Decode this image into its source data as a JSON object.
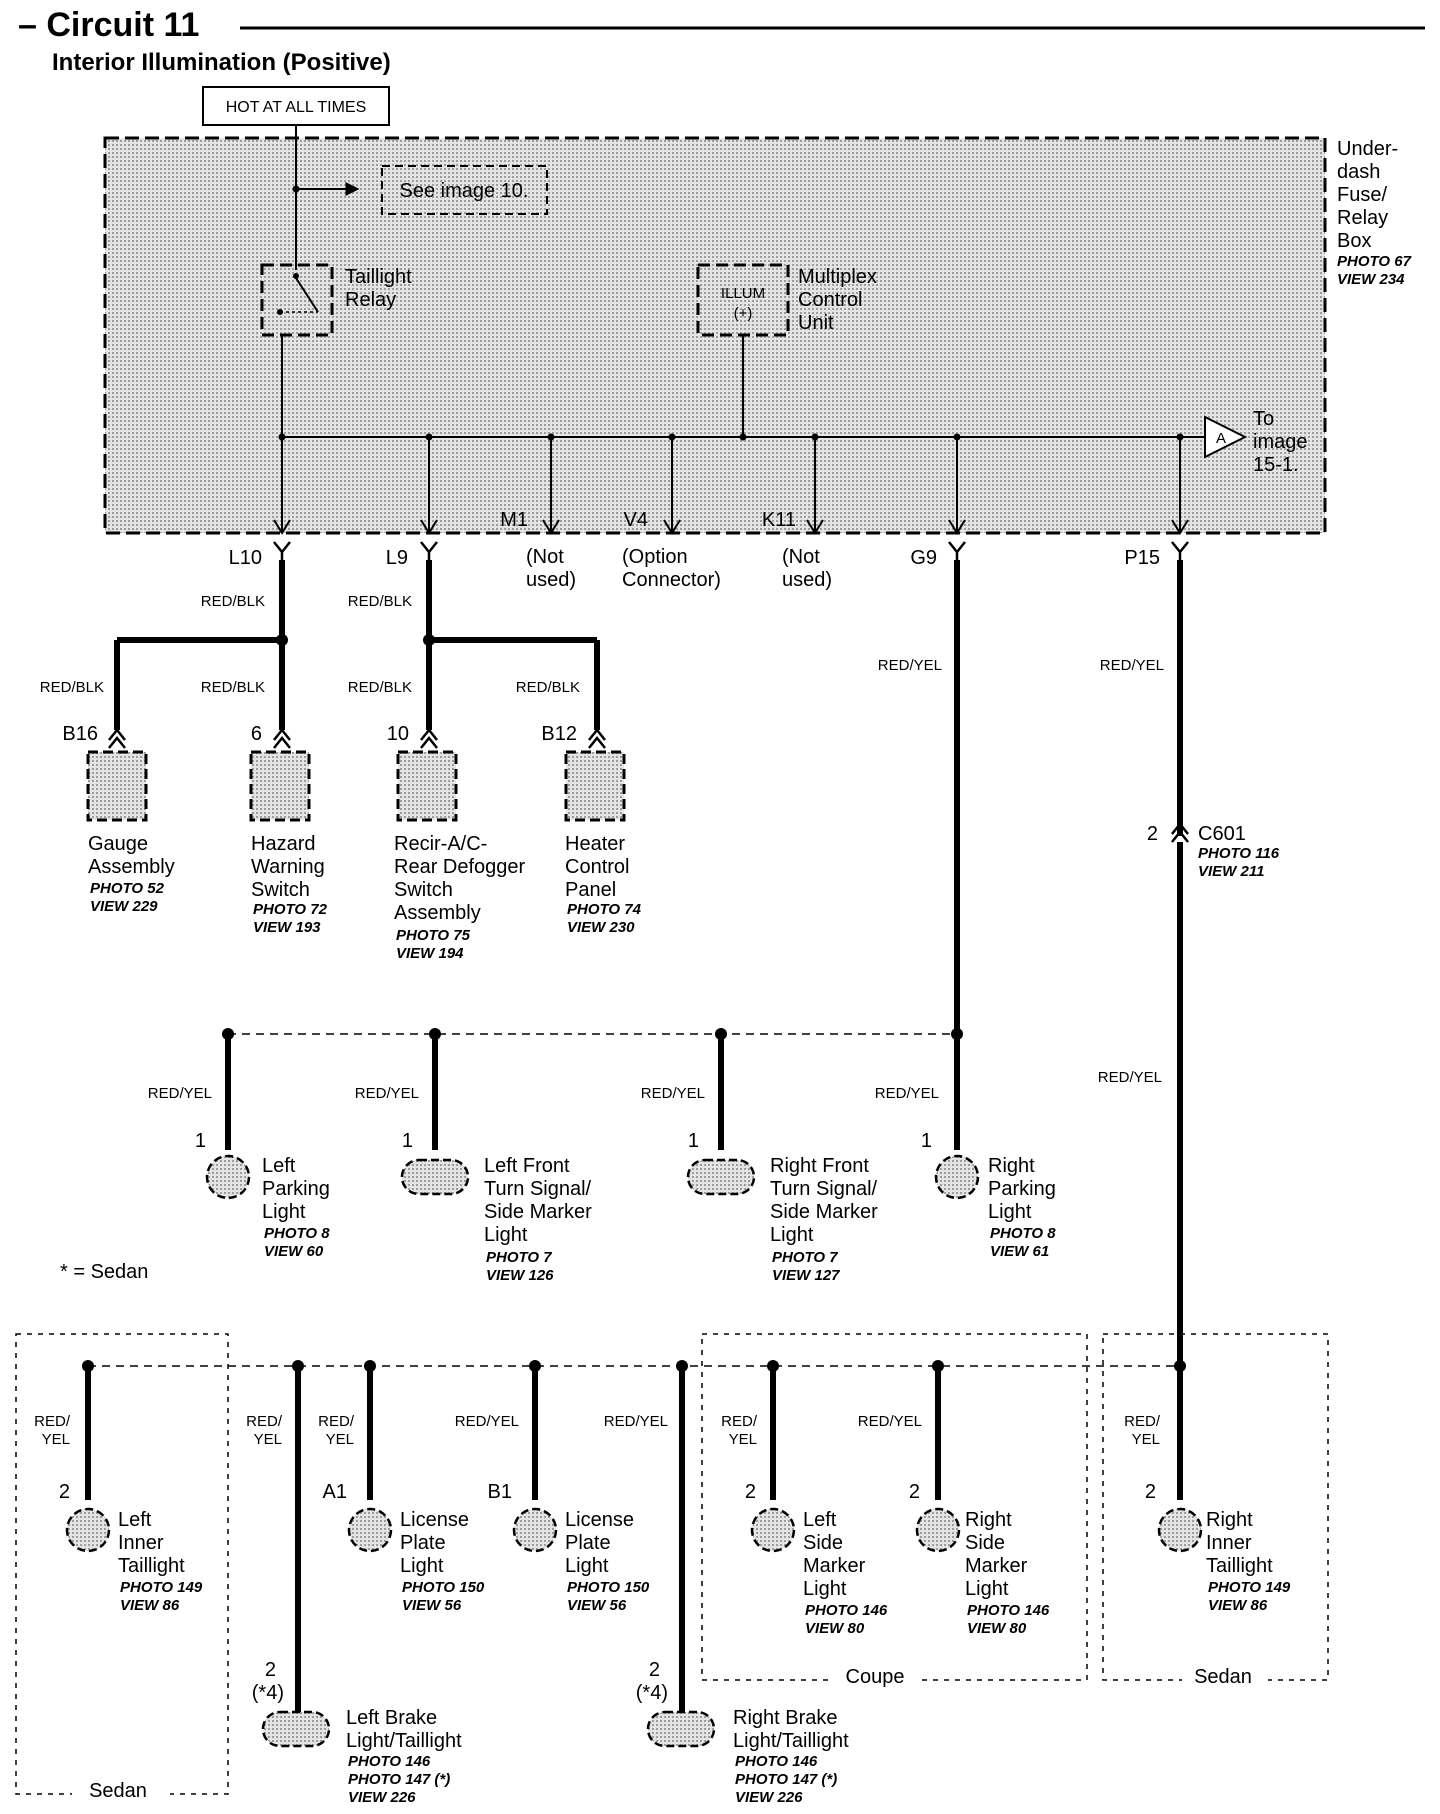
{
  "title": {
    "circuit": "– Circuit 11",
    "subtitle": "Interior Illumination (Positive)"
  },
  "hot_label": "HOT AT ALL TIMES",
  "fuse_box": {
    "label": [
      "Under-",
      "dash",
      "Fuse/",
      "Relay",
      "Box"
    ],
    "photo": "PHOTO 67",
    "view": "VIEW 234",
    "see_image": "See image 10.",
    "relay_label": [
      "Taillight",
      "Relay"
    ],
    "mcu_inner": [
      "ILLUM",
      "(+)"
    ],
    "mcu_label": [
      "Multiplex",
      "Control",
      "Unit"
    ],
    "connector_a": "A",
    "to_image": [
      "To",
      "image",
      "15-1."
    ]
  },
  "terminals": {
    "l10": "L10",
    "l9": "L9",
    "m1": "M1",
    "m1_note": [
      "(Not",
      "used)"
    ],
    "v4": "V4",
    "v4_note": [
      "(Option",
      "Connector)"
    ],
    "k11": "K11",
    "k11_note": [
      "(Not",
      "used)"
    ],
    "g9": "G9",
    "p15": "P15"
  },
  "wires": {
    "red_blk": "RED/BLK",
    "red_yel": "RED/YEL",
    "red_slash": "RED/",
    "yel": "YEL"
  },
  "switches": [
    {
      "pin": "B16",
      "name": [
        "Gauge",
        "Assembly"
      ],
      "photo": "PHOTO 52",
      "view": "VIEW 229"
    },
    {
      "pin": "6",
      "name": [
        "Hazard",
        "Warning",
        "Switch"
      ],
      "photo": "PHOTO 72",
      "view": "VIEW 193"
    },
    {
      "pin": "10",
      "name": [
        "Recir-A/C-",
        "Rear Defogger",
        "Switch",
        "Assembly"
      ],
      "photo": "PHOTO 75",
      "view": "VIEW 194"
    },
    {
      "pin": "B12",
      "name": [
        "Heater",
        "Control",
        "Panel"
      ],
      "photo": "PHOTO 74",
      "view": "VIEW 230"
    }
  ],
  "c601": {
    "pin": "2",
    "name": "C601",
    "photo": "PHOTO 116",
    "view": "VIEW 211"
  },
  "front_lights": [
    {
      "pin": "1",
      "name": [
        "Left",
        "Parking",
        "Light"
      ],
      "photo": "PHOTO 8",
      "view": "VIEW 60"
    },
    {
      "pin": "1",
      "name": [
        "Left Front",
        "Turn Signal/",
        "Side Marker",
        "Light"
      ],
      "photo": "PHOTO 7",
      "view": "VIEW 126"
    },
    {
      "pin": "1",
      "name": [
        "Right Front",
        "Turn Signal/",
        "Side Marker",
        "Light"
      ],
      "photo": "PHOTO 7",
      "view": "VIEW 127"
    },
    {
      "pin": "1",
      "name": [
        "Right",
        "Parking",
        "Light"
      ],
      "photo": "PHOTO 8",
      "view": "VIEW 61"
    }
  ],
  "sedan_note": "* = Sedan",
  "rear_lights": [
    {
      "pin": "2",
      "name": [
        "Left",
        "Inner",
        "Taillight"
      ],
      "photo": "PHOTO 149",
      "view": "VIEW 86"
    },
    {
      "pin": "A1",
      "name": [
        "License",
        "Plate",
        "Light"
      ],
      "photo": "PHOTO 150",
      "view": "VIEW 56"
    },
    {
      "pin": "B1",
      "name": [
        "License",
        "Plate",
        "Light"
      ],
      "photo": "PHOTO 150",
      "view": "VIEW 56"
    },
    {
      "pin": "2",
      "name": [
        "Left",
        "Side",
        "Marker",
        "Light"
      ],
      "photo": "PHOTO 146",
      "view": "VIEW 80"
    },
    {
      "pin": "2",
      "name": [
        "Right",
        "Side",
        "Marker",
        "Light"
      ],
      "photo": "PHOTO 146",
      "view": "VIEW 80"
    },
    {
      "pin": "2",
      "name": [
        "Right",
        "Inner",
        "Taillight"
      ],
      "photo": "PHOTO 149",
      "view": "VIEW 86"
    }
  ],
  "brake_lights": [
    {
      "pin": "2",
      "pin_alt": "(*4)",
      "name": [
        "Left Brake",
        "Light/Taillight"
      ],
      "photo1": "PHOTO 146",
      "photo2": "PHOTO 147 (*)",
      "view": "VIEW 226"
    },
    {
      "pin": "2",
      "pin_alt": "(*4)",
      "name": [
        "Right Brake",
        "Light/Taillight"
      ],
      "photo1": "PHOTO 146",
      "photo2": "PHOTO 147 (*)",
      "view": "VIEW 226"
    }
  ],
  "groups": {
    "sedan_left": "Sedan",
    "coupe": "Coupe",
    "sedan_right": "Sedan"
  },
  "colors": {
    "box_fill": "#d6d6d6",
    "line": "#000000",
    "background": "#ffffff"
  }
}
